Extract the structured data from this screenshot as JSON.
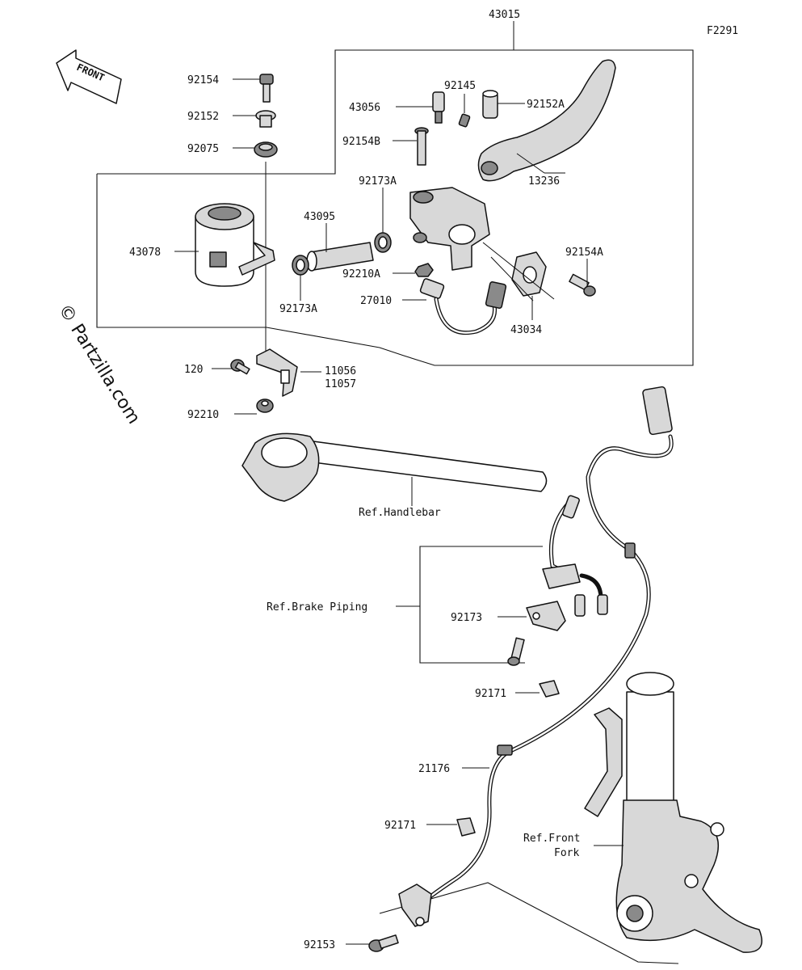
{
  "diagram_code": "F2291",
  "watermark": "© Partzilla.com",
  "front_arrow_label": "FRONT",
  "callouts": {
    "p43015": "43015",
    "p92154": "92154",
    "p92152": "92152",
    "p92075": "92075",
    "p43078": "43078",
    "p43095": "43095",
    "p92173A_upper": "92173A",
    "p92173A_lower": "92173A",
    "p43056": "43056",
    "p92145": "92145",
    "p92152A": "92152A",
    "p92154B": "92154B",
    "p13236": "13236",
    "p92210A": "92210A",
    "p92154A": "92154A",
    "p27010": "27010",
    "p43034": "43034",
    "p120": "120",
    "p11056": "11056",
    "p11057": "11057",
    "p92210": "92210",
    "p92173": "92173",
    "p92171_upper": "92171",
    "p92171_lower": "92171",
    "p21176": "21176",
    "p92153": "92153"
  },
  "references": {
    "handlebar": "Ref.Handlebar",
    "brake_piping": "Ref.Brake Piping",
    "front_fork_line1": "Ref.Front",
    "front_fork_line2": "Fork"
  }
}
